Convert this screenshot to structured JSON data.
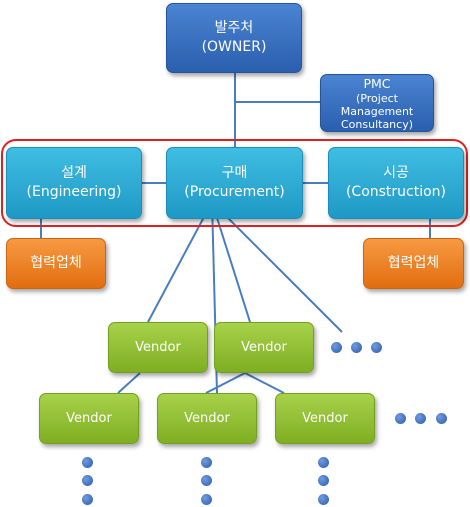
{
  "owner": {
    "line1": "발주처",
    "line2": "(OWNER)"
  },
  "pmc": {
    "line1": "PMC",
    "line2": "(Project",
    "line3": "Management",
    "line4": "Consultancy)"
  },
  "engineering": {
    "line1": "설계",
    "line2": "(Engineering)"
  },
  "procurement": {
    "line1": "구매",
    "line2": "(Procurement)"
  },
  "construction": {
    "line1": "시공",
    "line2": "(Construction)"
  },
  "partner_left": {
    "label": "협력업체"
  },
  "partner_right": {
    "label": "협력업체"
  },
  "vendors": [
    "Vendor",
    "Vendor",
    "Vendor",
    "Vendor",
    "Vendor"
  ],
  "colors": {
    "owner_blue": "#2f69b8",
    "function_cyan": "#29a8d4",
    "partner_orange": "#ee7f1e",
    "vendor_green": "#8dbb2b",
    "highlight_red": "#e02020",
    "connector": "#4a7dc0"
  }
}
